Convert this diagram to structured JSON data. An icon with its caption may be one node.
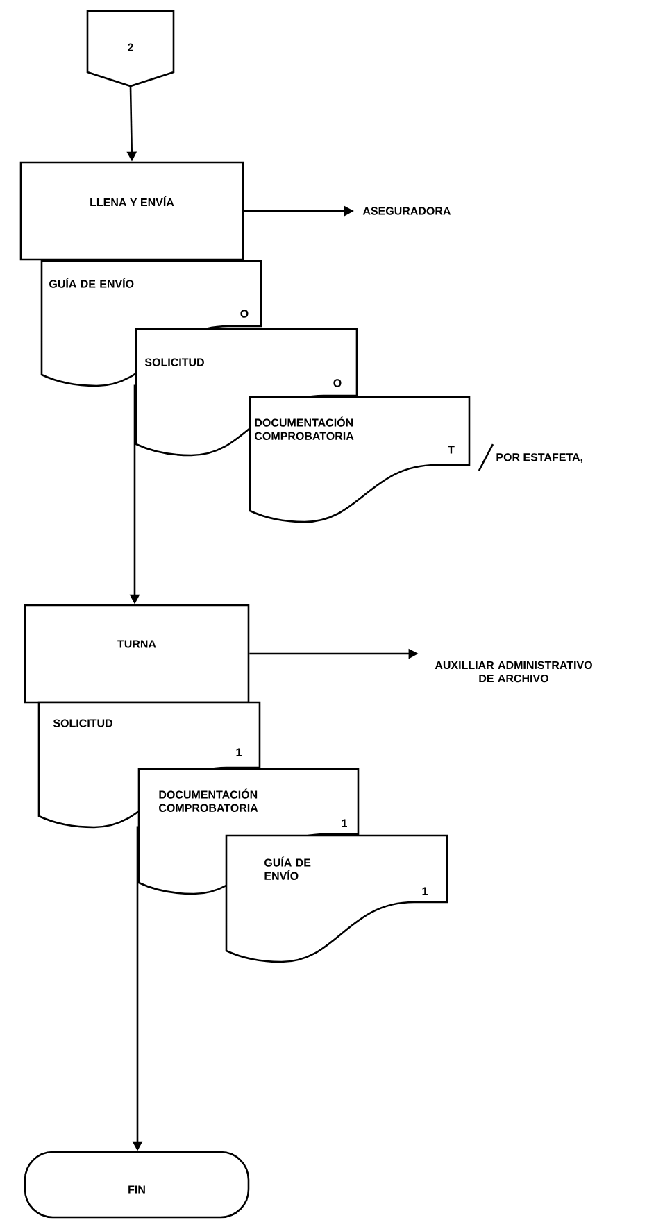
{
  "diagram": {
    "nodes": [
      {
        "text": [
          "2"
        ]
      },
      {
        "text": [
          "LLENA Y ENVÍA"
        ]
      },
      {
        "text": [
          "ASEGURADORA"
        ]
      },
      {
        "text": [
          "GUÍA DE ENVÍO",
          "O"
        ]
      },
      {
        "text": [
          "SOLICITUD",
          "O"
        ]
      },
      {
        "text": [
          "DOCUMENTACIÓN COMPROBATORIA",
          "T"
        ]
      },
      {
        "text": [
          "TURNA"
        ]
      },
      {
        "text": [
          "AUXILLIAR ADMINISTRATIVO DE ARCHIVO"
        ]
      },
      {
        "text": [
          "SOLICITUD",
          "1"
        ]
      },
      {
        "text": [
          "DOCUMENTACIÓN COMPROBATORIA",
          "1"
        ]
      },
      {
        "text": [
          "GUÍA DE ENVÍO",
          "1"
        ]
      },
      {
        "text": [
          "FIN"
        ]
      }
    ],
    "edges": [
      {
        "from": 0,
        "to": 1,
        "arrow": "to"
      },
      {
        "from": 1,
        "to": 2,
        "arrow": "to"
      },
      {
        "from": 3,
        "to": 6,
        "arrow": "to"
      },
      {
        "from": 6,
        "to": 7,
        "arrow": "to"
      },
      {
        "from": 8,
        "to": 11,
        "arrow": "to"
      }
    ],
    "labels": [
      "POR ESTAFETA,"
    ]
  }
}
